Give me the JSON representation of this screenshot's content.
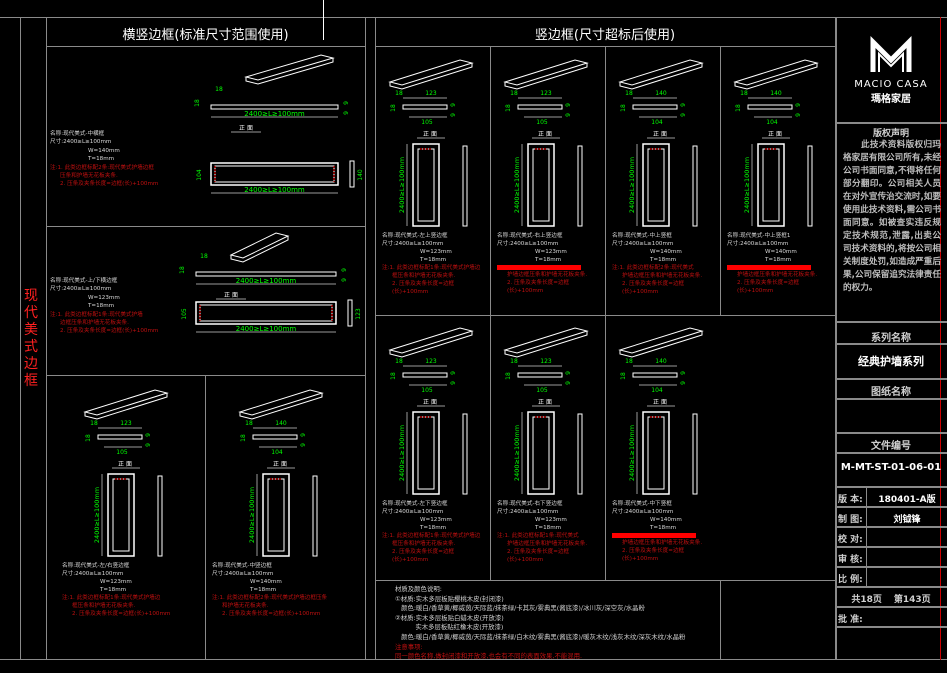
{
  "side_title": "现代美式边框",
  "left_header": "横竖边框(标准尺寸范围使用)",
  "mid_header": "竖边框(尺寸超标后使用)",
  "colors": {
    "line": "#ffffff",
    "dimension": "#00ff00",
    "note": "#c01010",
    "accent_bar": "#ff0000",
    "frame": "#8a8a8a"
  },
  "dims": {
    "range": "2400≥L≥100mm",
    "range_v": "2400≥L≥100mm",
    "t": "18",
    "half": "9",
    "front": "正 面"
  },
  "horizontal_cards": [
    {
      "name": "名称:现代美式-中横框",
      "size": "尺寸:2400≥L≥100mm",
      "w": "W=140mm",
      "t": "T=18mm",
      "notes": [
        "注:1. 此类边框标配2条:现代美式护墙边框",
        "压条和护墙无花板夹条.",
        "2. 压条及夹条长度=边框(长)+100mm"
      ],
      "inner": "104",
      "outer": "140"
    },
    {
      "name": "名称:现代美式-上/下横边框",
      "size": "尺寸:2400≥L≥100mm",
      "w": "W=123mm",
      "t": "T=18mm",
      "notes": [
        "注:1. 此类边框标配1条:现代美式护墙",
        "边框压条和护墙无花板夹条.",
        "2. 压条及夹条长度=边框(长)+100mm"
      ],
      "inner": "105",
      "outer": "123"
    }
  ],
  "left_vertical_cards": [
    {
      "name": "名称:现代美式-左/右竖边框",
      "size": "尺寸:2400≥L≥100mm",
      "w": "W=123mm",
      "t": "T=18mm",
      "notes": [
        "注:1. 此类边框标配1条:现代美式护墙边",
        "框压条和护墙无花板夹条.",
        "2. 压条及夹条长度=边框(长)+100mm"
      ],
      "inner": "105",
      "outer": "123",
      "redbar": false
    },
    {
      "name": "名称:现代美式-中竖边框",
      "size": "尺寸:2400≥L≥100mm",
      "w": "W=140mm",
      "t": "T=18mm",
      "notes": [
        "注:1. 此类边框标配2条:现代美式护墙边框压条",
        "和护墙无花板夹条.",
        "2. 压条及夹条长度=边框(长)+100mm"
      ],
      "inner": "104",
      "outer": "140",
      "redbar": false
    }
  ],
  "mid_cards": [
    {
      "name": "名称:现代美式-左上竖边框",
      "size": "尺寸:2400≥L≥100mm",
      "w": "W=123mm",
      "t": "T=18mm",
      "notes": [
        "注:1. 此类边框标配1条:现代美式护墙边",
        "框压条和护墙无花板夹条.",
        "2. 压条及夹条长度=边框(长)+100mm"
      ],
      "inner": "105",
      "outer": "123",
      "redbar": false
    },
    {
      "name": "名称:现代美式-右上竖边框",
      "size": "尺寸:2400≥L≥100mm",
      "w": "W=123mm",
      "t": "T=18mm",
      "notes": [
        "护墙边框压条和护墙无花板夹条.",
        "2. 压条及夹条长度=边框(长)+100mm"
      ],
      "inner": "105",
      "outer": "123",
      "redbar": true
    },
    {
      "name": "名称:现代美式-中上竖框",
      "size": "尺寸:2400≥L≥100mm",
      "w": "W=140mm",
      "t": "T=18mm",
      "notes": [
        "注:1. 此类边框标配2条:现代美式",
        "护墙边框压条和护墙无花板夹条.",
        "2. 压条及夹条长度=边框(长)+100mm"
      ],
      "inner": "104",
      "outer": "140",
      "redbar": false
    },
    {
      "name": "名称:现代美式-中上竖框1",
      "size": "尺寸:2400≥L≥100mm",
      "w": "W=140mm",
      "t": "T=18mm",
      "notes": [
        "护墙边框压条和护墙无花板夹条.",
        "2. 压条及夹条长度=边框(长)+100mm"
      ],
      "inner": "104",
      "outer": "140",
      "redbar": true
    },
    {
      "name": "名称:现代美式-左下竖边框",
      "size": "尺寸:2400≥L≥100mm",
      "w": "W=123mm",
      "t": "T=18mm",
      "notes": [
        "注:1. 此类边框标配1条:现代美式护墙边",
        "框压条和护墙无花板夹条.",
        "2. 压条及夹条长度=边框(长)+100mm"
      ],
      "inner": "105",
      "outer": "123",
      "redbar": false
    },
    {
      "name": "名称:现代美式-右下竖边框",
      "size": "尺寸:2400≥L≥100mm",
      "w": "W=123mm",
      "t": "T=18mm",
      "notes": [
        "注:1. 此类边框标配1条:现代美式",
        "护墙边框压条和护墙无花板夹条.",
        "2. 压条及夹条长度=边框(长)+100mm"
      ],
      "inner": "105",
      "outer": "123",
      "redbar": false
    },
    {
      "name": "名称:现代美式-中下竖框",
      "size": "尺寸:2400≥L≥100mm",
      "w": "W=140mm",
      "t": "T=18mm",
      "notes": [
        "护墙边框压条和护墙无花板夹条.",
        "2. 压条及夹条长度=边框(长)+100mm"
      ],
      "inner": "104",
      "outer": "140",
      "redbar": true
    }
  ],
  "material_notes": {
    "lines": [
      "材质及颜色说明:",
      "①材质:实木多层板贴樱桃木皮(封闭漆)",
      "   颜色:暖白/香草黄/椰威茵/天际蓝/抹茶绿/卡其灰/雾典黑(酱底漆)/冰川灰/深空灰/水晶粉",
      "②材质:实木多层板贴白蜡木皮(开放漆)",
      "          实木多层板贴红橡木皮(开放漆)",
      "   颜色:暖白/香草黄/椰威茵/天际蓝/抹茶绿/白木纹/雾典黑(酱底漆)/暖灰木纹/浅灰木纹/深灰木纹/水晶粉"
    ],
    "warning_title": "注意事项:",
    "warning": "同一颜色名称,做封闭漆和开放漆,也会有不同的表面效果,不能混用."
  },
  "title_block": {
    "brand": "MACIO CASA",
    "brand_cn": "瑪格家居",
    "declaration_title": "版权声明",
    "declaration": "此技术资料版权归玛格家居有限公司所有,未经公司书面同意,不得将任何部分翻印。公司相关人员在对外宣传治交流时,如要使用此技术资料,需公司书面同意。如被查实违反规定技术规范,泄露,出卖公司技术资料的,将按公司相关制度处罚,如造成严重后果,公司保留追究法律责任的权力。",
    "series_label": "系列名称",
    "series": "经典护墙系列",
    "drawing_label": "图纸名称",
    "drawing": "",
    "file_label": "文件编号",
    "file_no": "M-MT-ST-01-06-01",
    "version_label": "版 本:",
    "version": "180401-A版",
    "drawn_label": "制 图:",
    "drawn": "刘钺锋",
    "check_label": "校 对:",
    "review_label": "审 核:",
    "scale_label": "比 例:",
    "pages": "共18页",
    "page_no": "第143页",
    "approve_label": "批 准:"
  }
}
